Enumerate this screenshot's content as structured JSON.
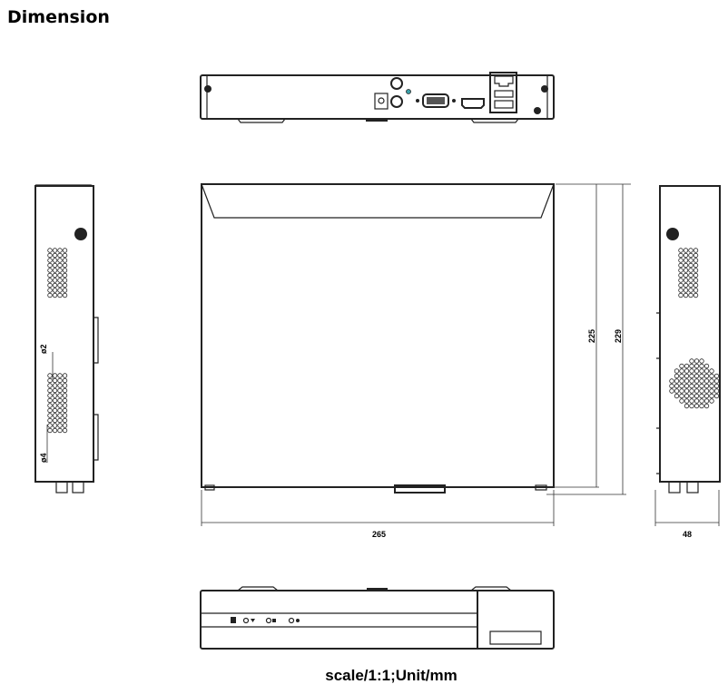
{
  "title": "Dimension",
  "dimensions": {
    "width": "265",
    "depth_body": "225",
    "depth_total": "229",
    "height": "48",
    "hole_small": "ø2",
    "hole_large": "ø4"
  },
  "caption": "scale/1:1;Unit/mm",
  "colors": {
    "line": "#222222",
    "accent": "#3a9fa8"
  }
}
